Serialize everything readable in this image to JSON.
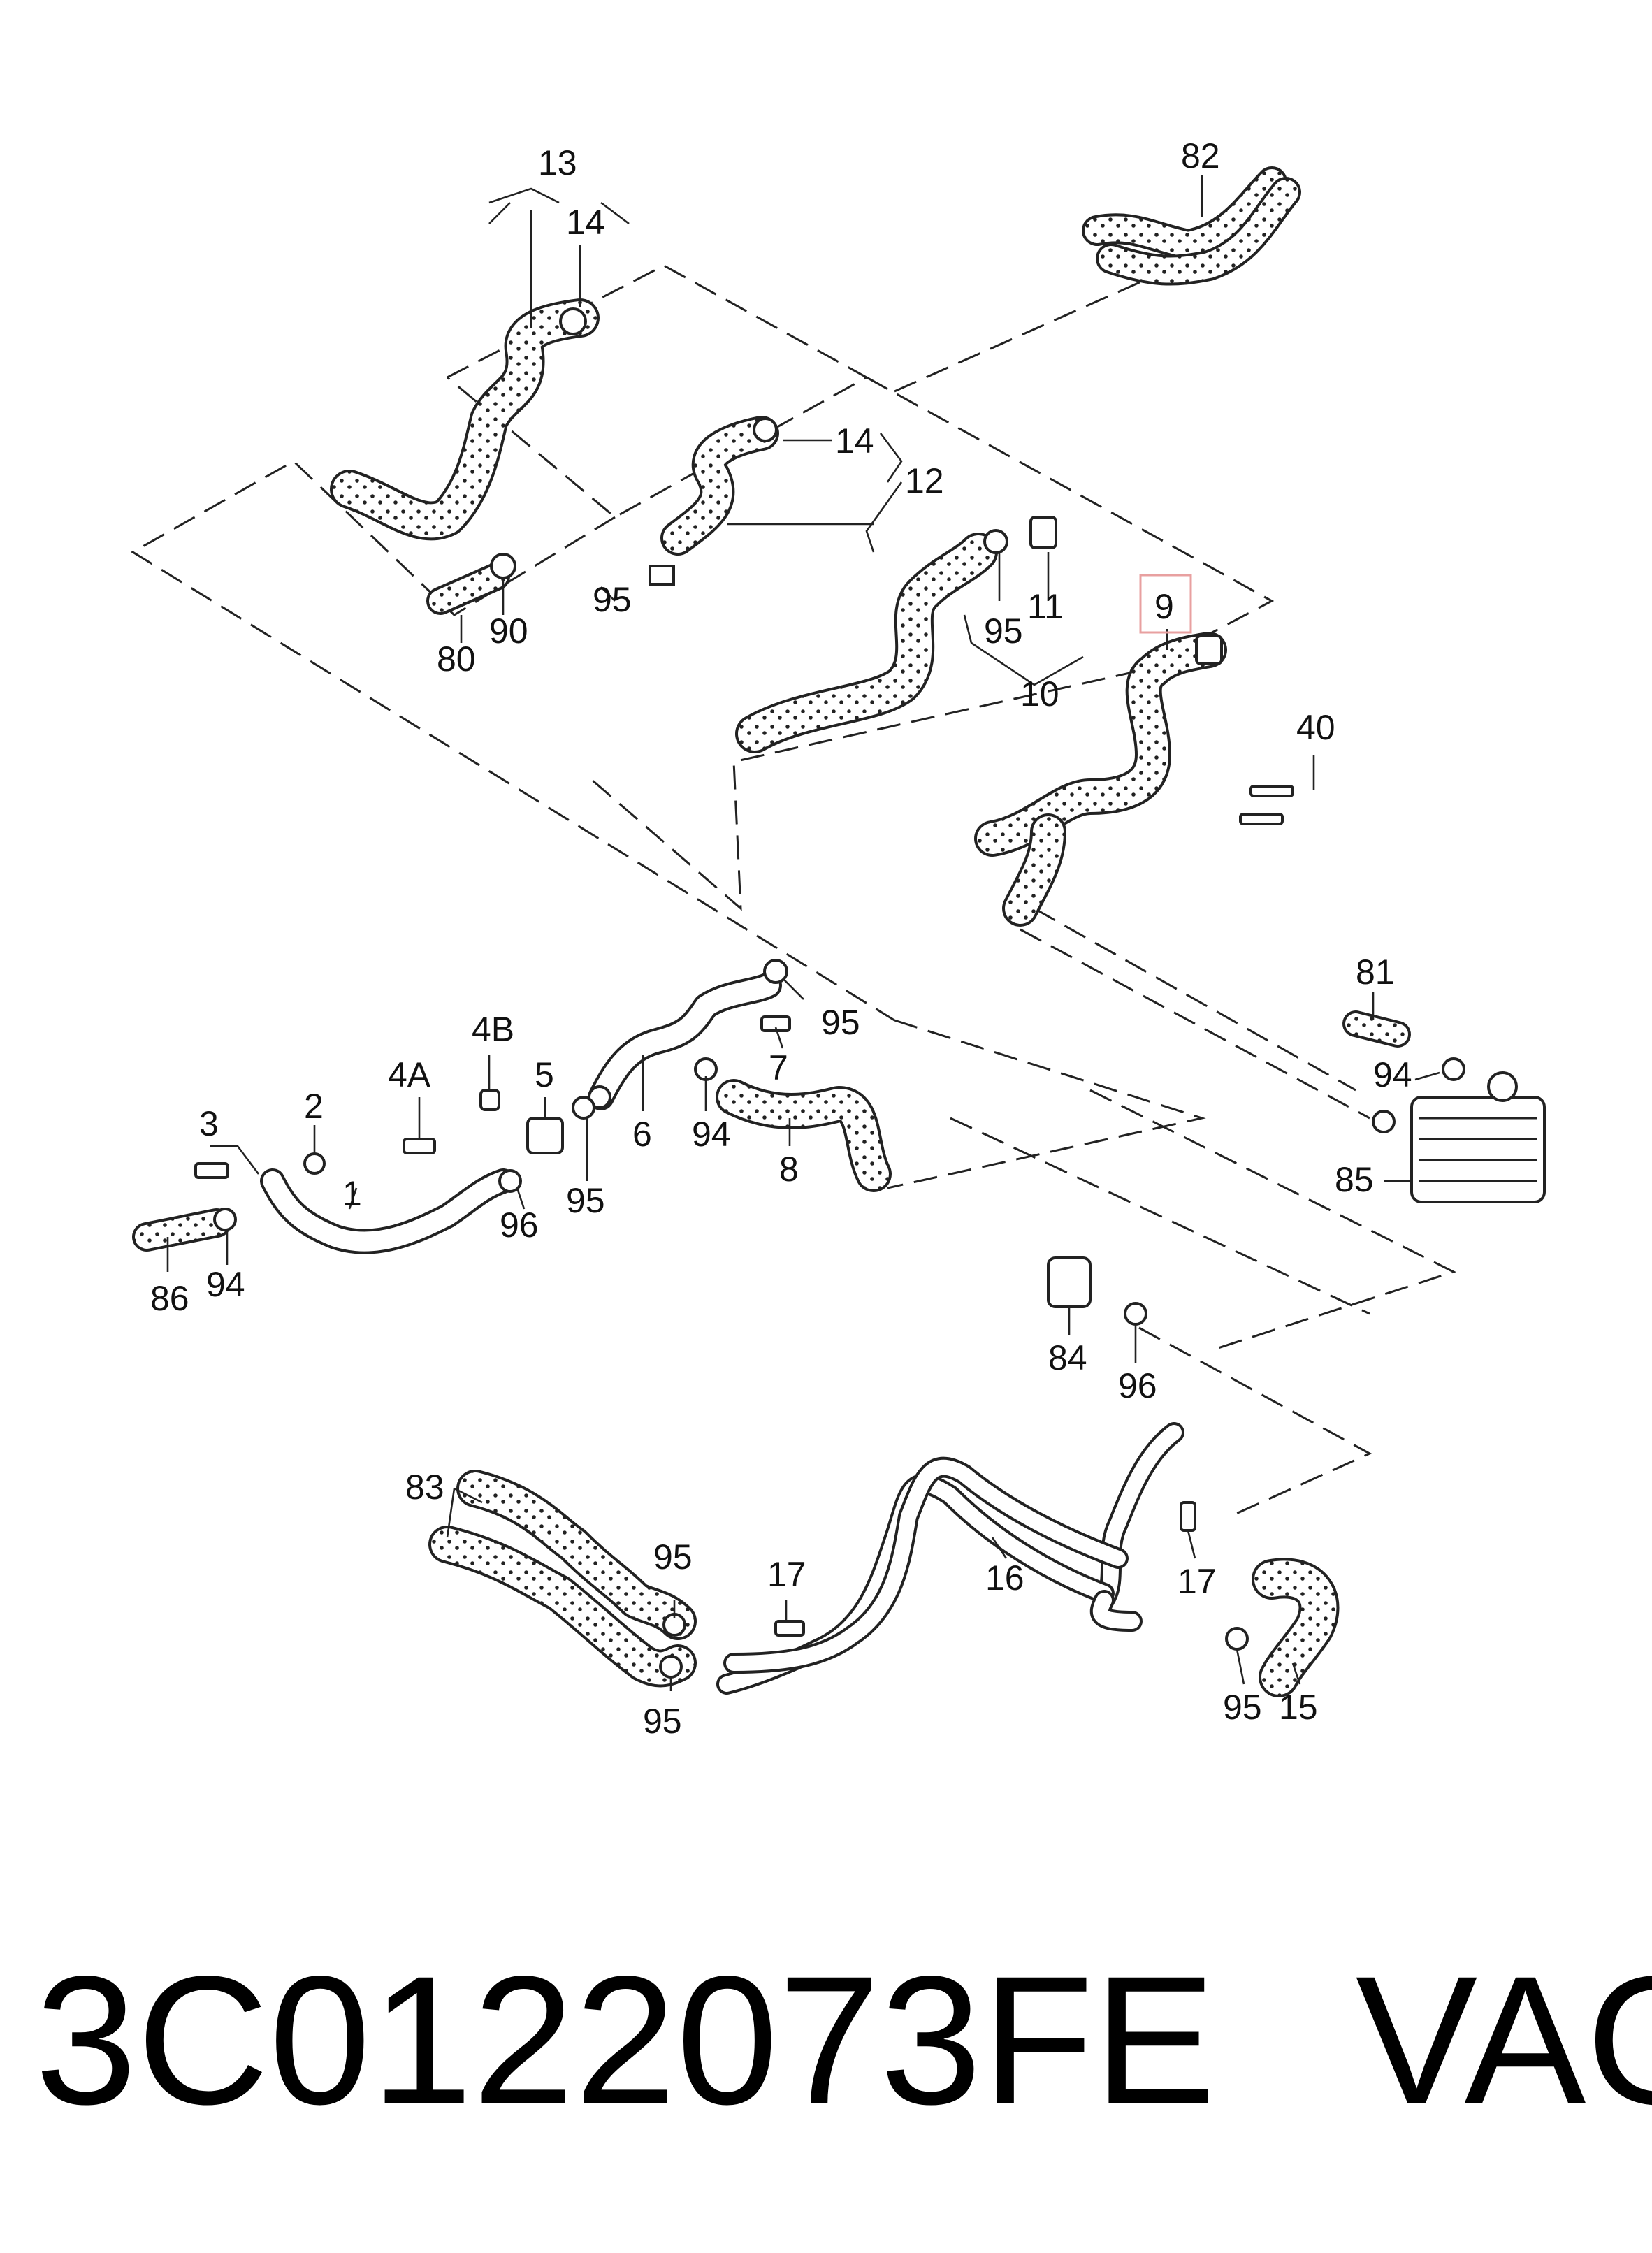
{
  "callouts": {
    "c13": "13",
    "c14a": "14",
    "c82": "82",
    "c14b": "14",
    "c12": "12",
    "c95a": "95",
    "c80": "80",
    "c90": "90",
    "c11": "11",
    "c95b": "95",
    "c10": "10",
    "c9": "9",
    "c40": "40",
    "c81": "81",
    "c94a": "94",
    "c85": "85",
    "c95c": "95",
    "c7": "7",
    "c94b": "94",
    "c8": "8",
    "c6": "6",
    "c4B": "4B",
    "c4A": "4A",
    "c5": "5",
    "c2": "2",
    "c3": "3",
    "c1": "1",
    "c96a": "96",
    "c95d": "95",
    "c86": "86",
    "c94c": "94",
    "c84": "84",
    "c96b": "96",
    "c83": "83",
    "c95e": "95",
    "c17a": "17",
    "c16": "16",
    "c17b": "17",
    "c95f": "95",
    "c95g": "95",
    "c15": "15"
  },
  "highlighted_callout": "9",
  "highlight_color": "#e8a0a0",
  "footer": {
    "part_number": "3C0122073FE",
    "brand": "VAG"
  }
}
